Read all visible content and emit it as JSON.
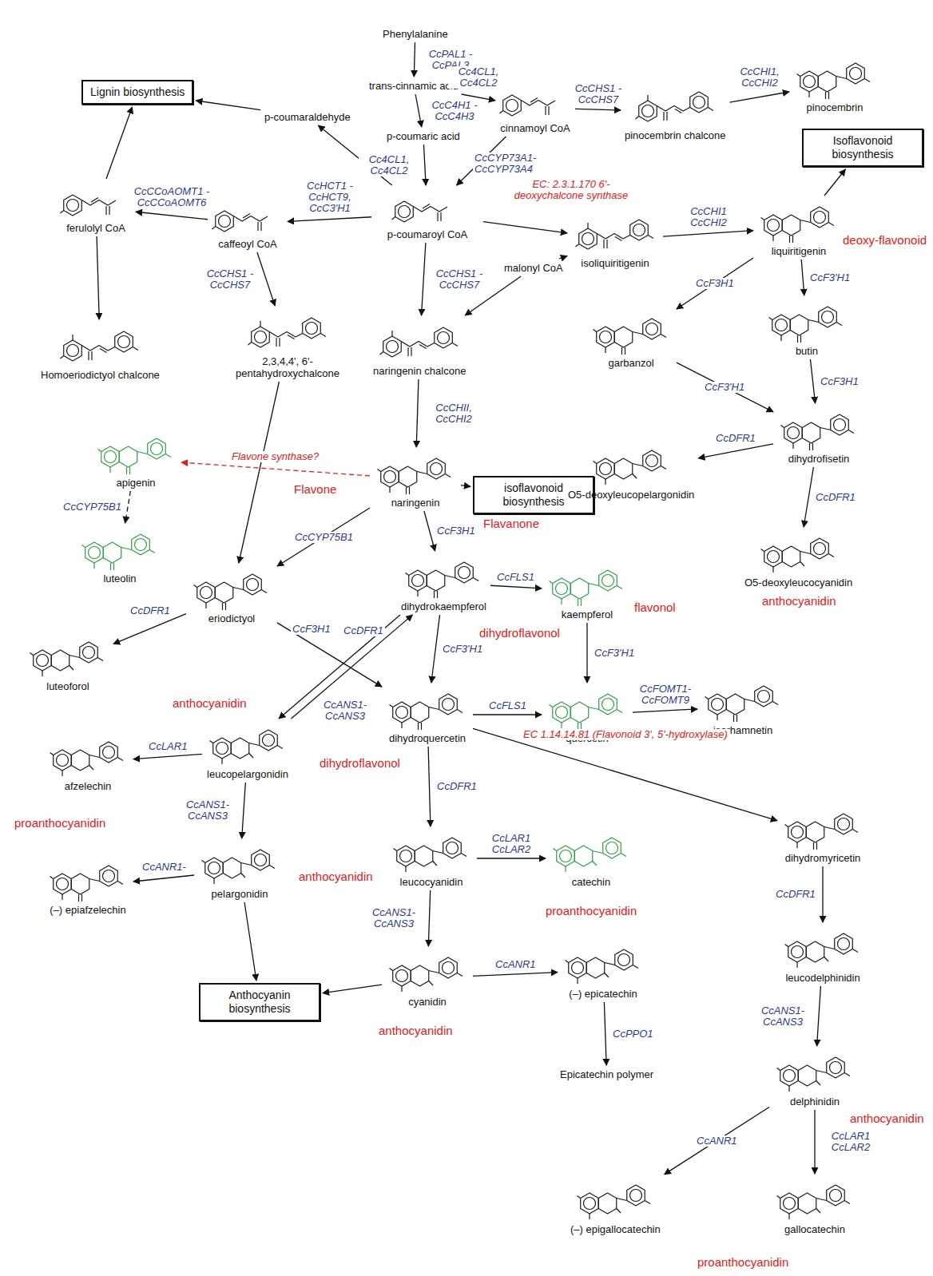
{
  "diagram": {
    "nodes": [
      {
        "text": [
          "Phenylalanine"
        ]
      },
      {
        "text": [
          "trans-cinnamic acid"
        ]
      },
      {
        "text": [
          "p-coumaric acid"
        ]
      },
      {
        "text": [
          "cinnamoyl CoA"
        ]
      },
      {
        "text": [
          "pinocembrin chalcone"
        ]
      },
      {
        "text": [
          "pinocembrin"
        ]
      },
      {
        "text": [
          "Lignin biosynthesis"
        ]
      },
      {
        "text": [
          "p-coumaraldehyde"
        ]
      },
      {
        "text": [
          "Isoflavonoid biosynthesis"
        ]
      },
      {
        "text": [
          "ferulolyl CoA"
        ]
      },
      {
        "text": [
          "caffeoyl CoA"
        ]
      },
      {
        "text": [
          "p-coumaroyl CoA"
        ]
      },
      {
        "text": [
          "malonyl CoA"
        ]
      },
      {
        "text": [
          "isoliquiritigenin"
        ]
      },
      {
        "text": [
          "liquiritigenin"
        ]
      },
      {
        "text": [
          "Homoeriodictyol chalcone"
        ]
      },
      {
        "text": [
          "2,3,4,4', 6'-pentahydroxychalcone"
        ]
      },
      {
        "text": [
          "naringenin chalcone"
        ]
      },
      {
        "text": [
          "garbanzol"
        ]
      },
      {
        "text": [
          "butin"
        ]
      },
      {
        "text": [
          "apigenin"
        ]
      },
      {
        "text": [
          "naringenin"
        ]
      },
      {
        "text": [
          "isoflavonoid biosynthesis"
        ]
      },
      {
        "text": [
          "dihydrofisetin"
        ]
      },
      {
        "text": [
          "O5-deoxyleucopelargonidin"
        ]
      },
      {
        "text": [
          "luteolin"
        ]
      },
      {
        "text": [
          "eriodictyol"
        ]
      },
      {
        "text": [
          "dihydrokaempferol"
        ]
      },
      {
        "text": [
          "kaempferol"
        ]
      },
      {
        "text": [
          "O5-deoxyleucocyanidin"
        ]
      },
      {
        "text": [
          "luteoforol"
        ]
      },
      {
        "text": [
          "dihydroquercetin"
        ]
      },
      {
        "text": [
          "quercetin"
        ]
      },
      {
        "text": [
          "isorhamnetin"
        ]
      },
      {
        "text": [
          "afzelechin"
        ]
      },
      {
        "text": [
          "leucopelargonidin"
        ]
      },
      {
        "text": [
          "dihydromyricetin"
        ]
      },
      {
        "text": [
          "(–) epiafzelechin"
        ]
      },
      {
        "text": [
          "pelargonidin"
        ]
      },
      {
        "text": [
          "leucocyanidin"
        ]
      },
      {
        "text": [
          "catechin"
        ]
      },
      {
        "text": [
          "leucodelphinidin"
        ]
      },
      {
        "text": [
          "Anthocyanin biosynthesis"
        ]
      },
      {
        "text": [
          "cyanidin"
        ]
      },
      {
        "text": [
          "(–) epicatechin"
        ]
      },
      {
        "text": [
          "Epicatechin polymer"
        ]
      },
      {
        "text": [
          "delphinidin"
        ]
      },
      {
        "text": [
          "(–) epigallocatechin"
        ]
      },
      {
        "text": [
          "gallocatechin"
        ]
      }
    ],
    "edges": [
      {
        "from": 0,
        "to": 1,
        "arrow": "to",
        "label": "CcPAL1 - CcPAL3"
      },
      {
        "from": 1,
        "to": 2,
        "arrow": "to",
        "label": "CcC4H1 - CcC4H3"
      },
      {
        "from": 1,
        "to": 3,
        "arrow": "to",
        "label": "Cc4CL1, Cc4CL2"
      },
      {
        "from": 3,
        "to": 4,
        "arrow": "to",
        "label": "CcCHS1 - CcCHS7"
      },
      {
        "from": 4,
        "to": 5,
        "arrow": "to",
        "label": "CcCHI1, CcCHI2"
      },
      {
        "from": 3,
        "to": 11,
        "arrow": "to",
        "label": "CcCYP73A1- CcCYP73A4"
      },
      {
        "from": 2,
        "to": 11,
        "arrow": "to",
        "label": "Cc4CL1, Cc4CL2"
      },
      {
        "from": 11,
        "to": 7,
        "arrow": "to"
      },
      {
        "from": 7,
        "to": 6,
        "arrow": "to"
      },
      {
        "from": 11,
        "to": 10,
        "arrow": "to",
        "label": "CcHCT1 - CcHCT9, CcC3'H1"
      },
      {
        "from": 10,
        "to": 9,
        "arrow": "to",
        "label": "CcCCoAOMT1 - CcCCoAOMT6"
      },
      {
        "from": 9,
        "to": 6,
        "arrow": "to"
      },
      {
        "from": 9,
        "to": 15,
        "arrow": "to"
      },
      {
        "from": 10,
        "to": 16,
        "arrow": "to",
        "label": "CcCHS1 - CcCHS7"
      },
      {
        "from": 11,
        "to": 13,
        "arrow": "to",
        "label": "EC: 2.3.1.170 6'-deoxychalcone synthase"
      },
      {
        "from": 12,
        "to": 13,
        "arrow": "to"
      },
      {
        "from": 11,
        "to": 17,
        "arrow": "to",
        "label": "CcCHS1 - CcCHS7"
      },
      {
        "from": 12,
        "to": 17,
        "arrow": "to"
      },
      {
        "from": 13,
        "to": 14,
        "arrow": "to",
        "label": "CcCHI1 CcCHI2"
      },
      {
        "from": 14,
        "to": 8,
        "arrow": "to"
      },
      {
        "from": 14,
        "to": 18,
        "arrow": "to",
        "label": "CcF3H1"
      },
      {
        "from": 14,
        "to": 19,
        "arrow": "to",
        "label": "CcF3'H1"
      },
      {
        "from": 18,
        "to": 23,
        "arrow": "to",
        "label": "CcF3'H1"
      },
      {
        "from": 19,
        "to": 23,
        "arrow": "to",
        "label": "CcF3H1"
      },
      {
        "from": 23,
        "to": 24,
        "arrow": "to",
        "label": "CcDFR1"
      },
      {
        "from": 23,
        "to": 29,
        "arrow": "to",
        "label": "CcDFR1"
      },
      {
        "from": 17,
        "to": 21,
        "arrow": "to",
        "label": "CcCHII, CcCHI2"
      },
      {
        "from": 21,
        "to": 22,
        "arrow": "to"
      },
      {
        "from": 21,
        "to": 20,
        "arrow": "to",
        "label": "Flavone synthase?"
      },
      {
        "from": 20,
        "to": 25,
        "arrow": "to",
        "label": "CcCYP75B1"
      },
      {
        "from": 16,
        "to": 26,
        "arrow": "to"
      },
      {
        "from": 21,
        "to": 26,
        "arrow": "to",
        "label": "CcCYP75B1"
      },
      {
        "from": 21,
        "to": 27,
        "arrow": "to",
        "label": "CcF3H1"
      },
      {
        "from": 26,
        "to": 30,
        "arrow": "to",
        "label": "CcDFR1"
      },
      {
        "from": 26,
        "to": 31,
        "arrow": "to",
        "label": "CcF3H1"
      },
      {
        "from": 27,
        "to": 35,
        "arrow": "to",
        "label": "CcDFR1"
      },
      {
        "from": 35,
        "to": 27,
        "arrow": "to",
        "label": "CcANS1- CcANS3"
      },
      {
        "from": 27,
        "to": 28,
        "arrow": "to",
        "label": "CcFLS1"
      },
      {
        "from": 27,
        "to": 31,
        "arrow": "to",
        "label": "CcF3'H1"
      },
      {
        "from": 28,
        "to": 32,
        "arrow": "to",
        "label": "CcF3'H1"
      },
      {
        "from": 31,
        "to": 32,
        "arrow": "to",
        "label": "CcFLS1"
      },
      {
        "from": 32,
        "to": 33,
        "arrow": "to",
        "label": "CcFOMT1- CcFOMT9"
      },
      {
        "from": 31,
        "to": 36,
        "arrow": "to",
        "label": "EC 1.14.14.81 (Flavonoid 3', 5'-hydroxylase)"
      },
      {
        "from": 35,
        "to": 34,
        "arrow": "to",
        "label": "CcLAR1"
      },
      {
        "from": 35,
        "to": 38,
        "arrow": "to",
        "label": "CcANS1- CcANS3"
      },
      {
        "from": 38,
        "to": 37,
        "arrow": "to",
        "label": "CcANR1-"
      },
      {
        "from": 38,
        "to": 42,
        "arrow": "to"
      },
      {
        "from": 31,
        "to": 39,
        "arrow": "to",
        "label": "CcDFR1"
      },
      {
        "from": 39,
        "to": 40,
        "arrow": "to",
        "label": "CcLAR1 CcLAR2"
      },
      {
        "from": 39,
        "to": 43,
        "arrow": "to",
        "label": "CcANS1- CcANS3"
      },
      {
        "from": 43,
        "to": 42,
        "arrow": "to"
      },
      {
        "from": 43,
        "to": 44,
        "arrow": "to",
        "label": "CcANR1"
      },
      {
        "from": 44,
        "to": 45,
        "arrow": "to",
        "label": "CcPPO1"
      },
      {
        "from": 36,
        "to": 41,
        "arrow": "to",
        "label": "CcDFR1"
      },
      {
        "from": 41,
        "to": 46,
        "arrow": "to",
        "label": "CcANS1- CcANS3"
      },
      {
        "from": 46,
        "to": 47,
        "arrow": "to",
        "label": "CcANR1"
      },
      {
        "from": 46,
        "to": 48,
        "arrow": "to",
        "label": "CcLAR1 CcLAR2"
      }
    ],
    "labels": [
      "deoxy-flavonoid",
      "Flavone",
      "Flavanone",
      "dihydroflavonol",
      "flavonol",
      "anthocyanidin",
      "anthocyanidin",
      "proanthocyanidin",
      "dihydroflavonol",
      "anthocyanidin",
      "proanthocyanidin",
      "anthocyanidin",
      "anthocyanidin",
      "proanthocyanidin"
    ]
  }
}
